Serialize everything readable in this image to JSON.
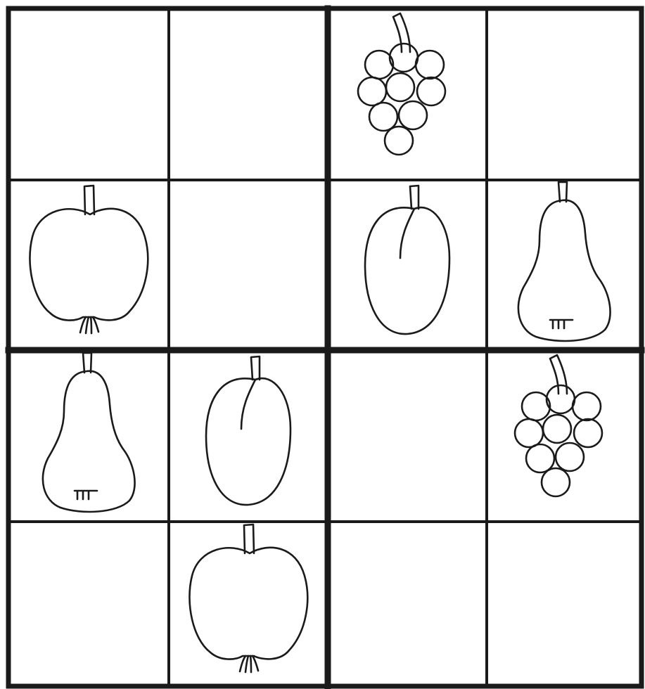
{
  "puzzle": {
    "type": "fruit-sudoku",
    "grid_size": 4,
    "symbols": [
      "apple",
      "pear",
      "plum",
      "grapes"
    ],
    "cells": [
      [
        null,
        null,
        "grapes",
        null
      ],
      [
        "apple",
        null,
        "plum",
        "pear"
      ],
      [
        "pear",
        "plum",
        null,
        "grapes"
      ],
      [
        null,
        "apple",
        null,
        null
      ]
    ]
  },
  "icons": {
    "apple": "apple-icon",
    "pear": "pear-icon",
    "plum": "plum-icon",
    "grapes": "grapes-icon"
  },
  "colors": {
    "ink": "#1a1a1a",
    "paper": "#ffffff"
  }
}
